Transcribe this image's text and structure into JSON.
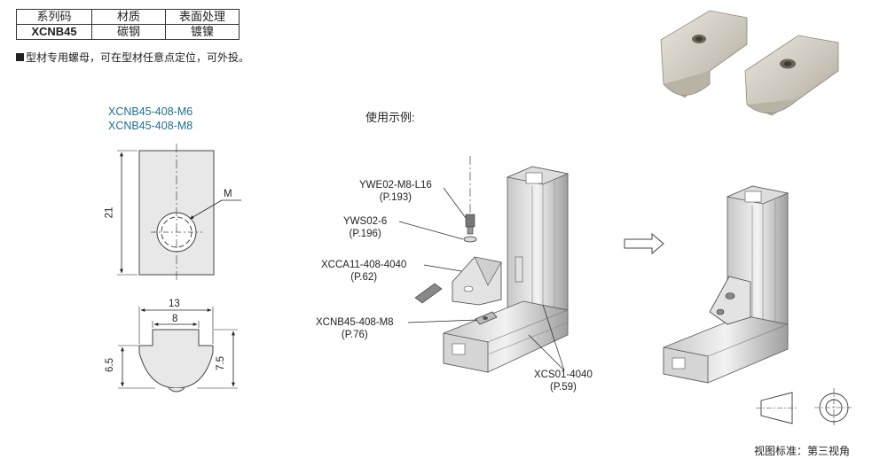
{
  "spec_table": {
    "headers": [
      "系列码",
      "材质",
      "表面处理"
    ],
    "row": [
      "XCNB45",
      "碳钢",
      "镀镍"
    ]
  },
  "note": "型材专用螺母，可在型材任意点定位，可外投。",
  "models": [
    "XCNB45-408-M6",
    "XCNB45-408-M8"
  ],
  "drawing": {
    "thread_label": "M",
    "dim_height": "21",
    "dim_width_total": "13",
    "dim_width_top": "8",
    "dim_left_height": "6.5",
    "dim_right_height": "7.5"
  },
  "usage": {
    "title": "使用示例:",
    "parts": [
      {
        "code": "YWE02-M8-L16",
        "page": "(P.193)"
      },
      {
        "code": "YWS02-6",
        "page": "(P.196)"
      },
      {
        "code": "XCCA11-408-4040",
        "page": "(P.62)"
      },
      {
        "code": "XCNB45-408-M8",
        "page": "(P.76)"
      },
      {
        "code": "XCS01-4040",
        "page": "(P.59)"
      }
    ]
  },
  "projection_standard": "视图标准：第三视角"
}
